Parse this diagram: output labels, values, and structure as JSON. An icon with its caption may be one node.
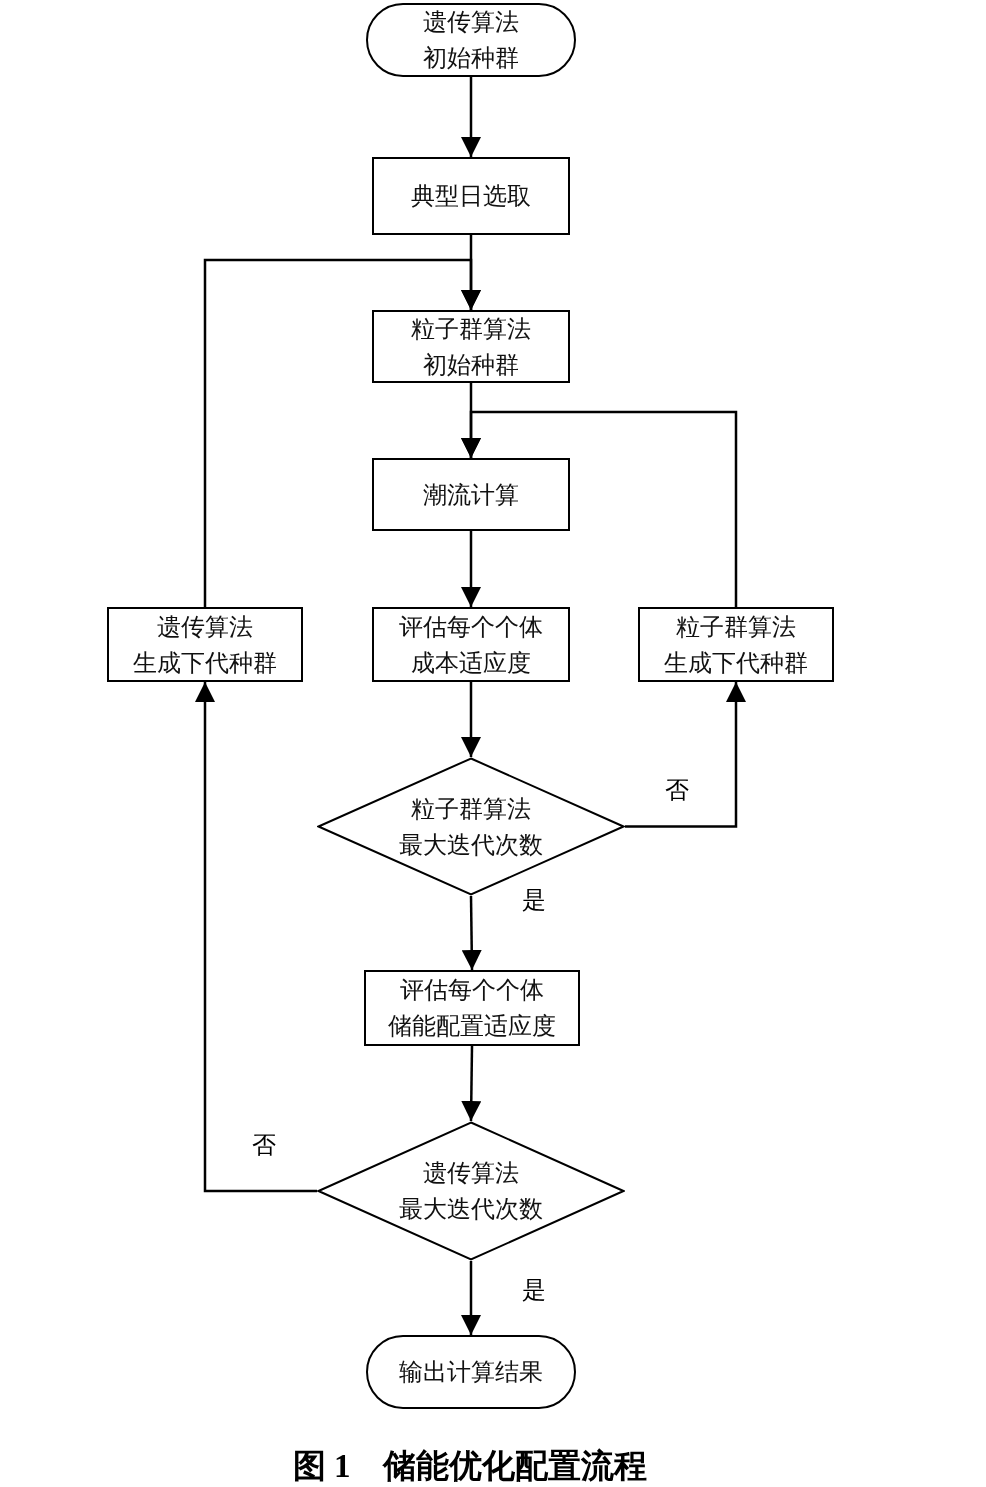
{
  "diagram": {
    "caption": "图 1　储能优化配置流程",
    "nodes": [
      {
        "text": [
          "遗传算法",
          "初始种群"
        ]
      },
      {
        "text": [
          "典型日选取"
        ]
      },
      {
        "text": [
          "粒子群算法",
          "初始种群"
        ]
      },
      {
        "text": [
          "潮流计算"
        ]
      },
      {
        "text": [
          "评估每个个体",
          "成本适应度"
        ]
      },
      {
        "text": [
          "遗传算法",
          "生成下代种群"
        ]
      },
      {
        "text": [
          "粒子群算法",
          "生成下代种群"
        ]
      },
      {
        "text": [
          "粒子群算法",
          "最大迭代次数"
        ]
      },
      {
        "text": [
          "评估每个个体",
          "储能配置适应度"
        ]
      },
      {
        "text": [
          "遗传算法",
          "最大迭代次数"
        ]
      },
      {
        "text": [
          "输出计算结果"
        ]
      }
    ],
    "edges": [
      {
        "from": 0,
        "to": 1,
        "arrow": "to"
      },
      {
        "from": 1,
        "to": 2,
        "arrow": "to"
      },
      {
        "from": 2,
        "to": 3,
        "arrow": "to"
      },
      {
        "from": 3,
        "to": 4,
        "arrow": "to"
      },
      {
        "from": 4,
        "to": 7,
        "arrow": "to"
      },
      {
        "from": 7,
        "to": 6,
        "arrow": "to",
        "label": "否"
      },
      {
        "from": 6,
        "to": 3,
        "arrow": "to"
      },
      {
        "from": 7,
        "to": 8,
        "arrow": "to",
        "label": "是"
      },
      {
        "from": 8,
        "to": 9,
        "arrow": "to"
      },
      {
        "from": 9,
        "to": 5,
        "arrow": "to",
        "label": "否"
      },
      {
        "from": 5,
        "to": 2,
        "arrow": "to"
      },
      {
        "from": 9,
        "to": 10,
        "arrow": "to",
        "label": "是"
      }
    ]
  }
}
